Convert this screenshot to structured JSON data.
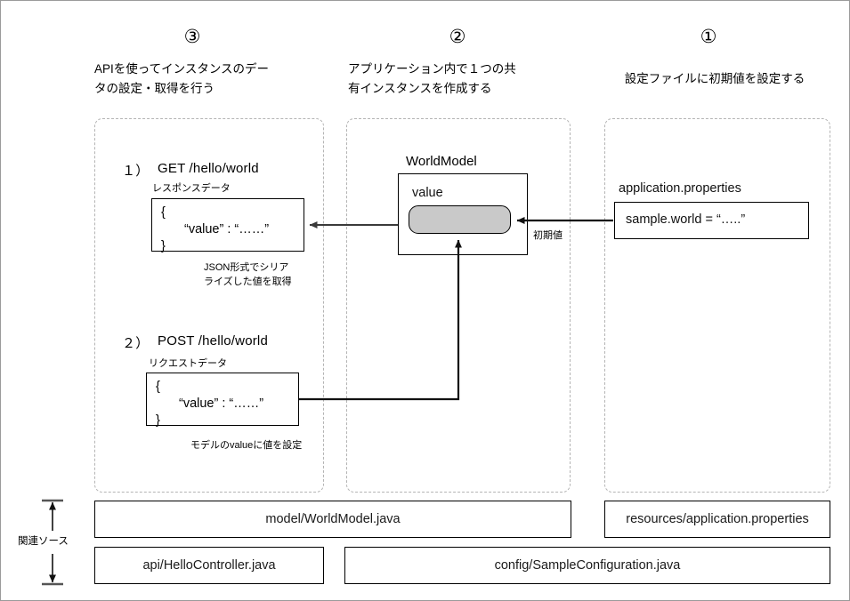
{
  "columns": [
    {
      "number": "③",
      "caption_line1": "APIを使ってインスタンスのデー",
      "caption_line2": "タの設定・取得を行う"
    },
    {
      "number": "②",
      "caption_line1": "アプリケーション内で１つの共",
      "caption_line2": "有インスタンスを作成する"
    },
    {
      "number": "①",
      "caption_line1": "設定ファイルに初期値を設定する",
      "caption_line2": ""
    }
  ],
  "api": {
    "get": {
      "index": "１）",
      "endpoint": "GET /hello/world",
      "data_label": "レスポンスデータ",
      "json_open": "{",
      "json_body": "“value” : “……”",
      "json_close": "}",
      "note_line1": "JSON形式でシリア",
      "note_line2": "ライズした値を取得"
    },
    "post": {
      "index": "２）",
      "endpoint": "POST /hello/world",
      "data_label": "リクエストデータ",
      "json_open": "{",
      "json_body": "“value” : “……”",
      "json_close": "}",
      "note_line1": "モデルのvalueに値を設定",
      "note_line2": ""
    }
  },
  "model": {
    "title": "WorldModel",
    "field_label": "value",
    "slot_fill": "#c9c9c9"
  },
  "config": {
    "file_label": "application.properties",
    "property_line": "sample.world = “…..”",
    "arrow_label": "初期値"
  },
  "sources": {
    "label": "関連ソース",
    "boxes": [
      {
        "text": "model/WorldModel.java"
      },
      {
        "text": "resources/application.properties"
      },
      {
        "text": "api/HelloController.java"
      },
      {
        "text": "config/SampleConfiguration.java"
      }
    ]
  },
  "colors": {
    "canvas_border": "#9a9a9a",
    "panel_dash": "#b4b4b4",
    "stroke": "#000000",
    "slot_fill": "#c9c9c9"
  }
}
